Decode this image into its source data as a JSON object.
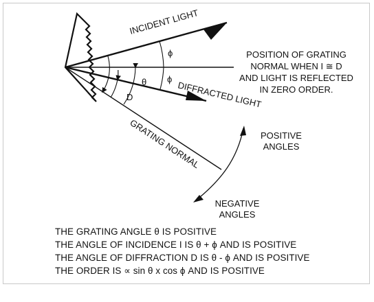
{
  "diagram": {
    "labels": {
      "incident_light": "INCIDENT LIGHT",
      "position_note": [
        "POSITION OF GRATING",
        "NORMAL WHEN I ≅ D",
        "AND LIGHT IS REFLECTED",
        "IN ZERO ORDER."
      ],
      "diffracted_light": "DIFFRACTED LIGHT",
      "grating_normal": "GRATING NORMAL",
      "positive_angles": [
        "POSITIVE",
        "ANGLES"
      ],
      "negative_angles": [
        "NEGATIVE",
        "ANGLES"
      ]
    },
    "symbols": {
      "phi_upper": "ϕ",
      "phi_lower": "ϕ",
      "incidence": "I",
      "theta": "θ",
      "diffraction": "D"
    }
  },
  "notes": [
    "THE GRATING ANGLE θ IS POSITIVE",
    "THE ANGLE OF INCIDENCE I IS θ + ϕ AND IS POSITIVE",
    "THE ANGLE OF DIFFRACTION D IS θ - ϕ AND IS POSITIVE",
    "THE ORDER IS ∝ sin θ x cos ϕ AND IS POSITIVE"
  ]
}
